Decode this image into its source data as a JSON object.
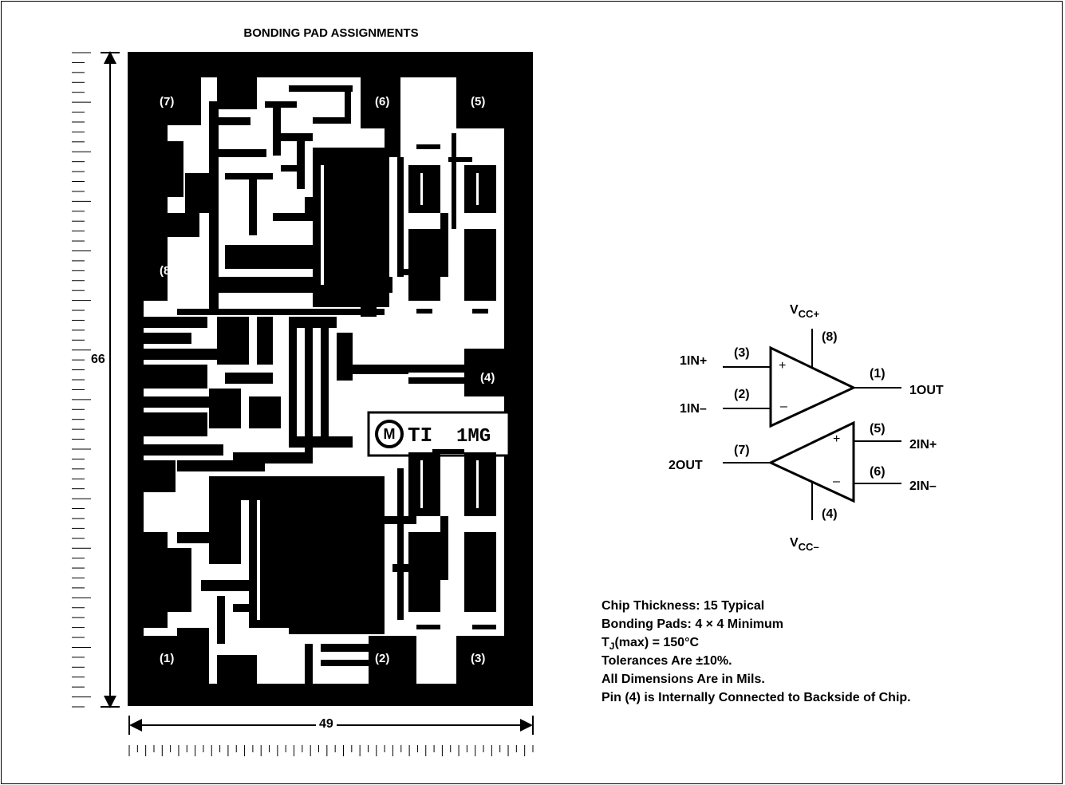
{
  "title": "BONDING PAD ASSIGNMENTS",
  "dimensions": {
    "height": "66",
    "width": "49"
  },
  "pads": [
    "(1)",
    "(2)",
    "(3)",
    "(4)",
    "(5)",
    "(6)",
    "(7)",
    "(8)"
  ],
  "chip_logo": {
    "mark": "TI",
    "code": "1MG"
  },
  "schematic": {
    "vcc_plus_main": "V",
    "vcc_plus_sub": "CC+",
    "vcc_minus_main": "V",
    "vcc_minus_sub": "CC–",
    "pins": {
      "p8": "(8)",
      "p3": "(3)",
      "p2": "(2)",
      "p1": "(1)",
      "p7": "(7)",
      "p5": "(5)",
      "p6": "(6)",
      "p4": "(4)"
    },
    "signals": {
      "in1_plus": "1IN+",
      "in1_minus": "1IN–",
      "out1": "1OUT",
      "out2": "2OUT",
      "in2_plus": "2IN+",
      "in2_minus": "2IN–"
    },
    "plus_sign": "+",
    "minus_sign": "–"
  },
  "notes": {
    "thickness": "Chip Thickness: 15 Typical",
    "pads": "Bonding Pads: 4 × 4 Minimum",
    "tj_main": "T",
    "tj_sub": "J",
    "tj_rest": "(max) = 150°C",
    "tolerance": "Tolerances Are ±10%.",
    "units": "All Dimensions Are in Mils.",
    "backside": "Pin (4) is Internally Connected to Backside of Chip."
  }
}
